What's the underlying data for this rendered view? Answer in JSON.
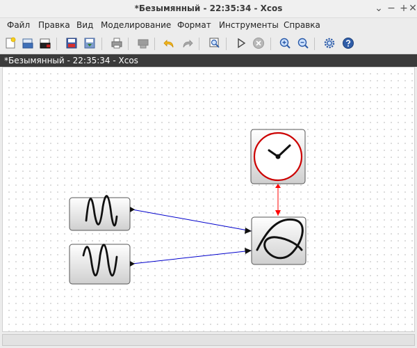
{
  "window": {
    "title": "*Безымянный - 22:35:34 - Xcos",
    "minimize_glyph": "⌄",
    "restore_glyph": "−",
    "maximize_glyph": "+",
    "close_glyph": "✕"
  },
  "menu": {
    "items": [
      "Файл",
      "Правка",
      "Вид",
      "Моделирование",
      "Формат",
      "Инструменты",
      "Справка"
    ]
  },
  "toolbar": {
    "icons": [
      "new-diagram-icon",
      "open-icon",
      "open-in-scilab-icon",
      "save-icon",
      "save-as-icon",
      "print-icon",
      "delete-icon",
      "undo-icon",
      "redo-icon",
      "fit-diagram-icon",
      "start-icon",
      "stop-icon",
      "zoom-in-icon",
      "zoom-out-icon",
      "setup-icon",
      "help-icon"
    ]
  },
  "document": {
    "tab_title": "*Безымянный - 22:35:34 - Xcos"
  },
  "diagram": {
    "blocks": [
      "clock-block",
      "sine-generator-block-1",
      "sine-generator-block-2",
      "scope-xy-block"
    ],
    "colors": {
      "clock_ring": "#cc0000",
      "event_link": "#ff0000",
      "data_link": "#0000cc",
      "block_border": "#555555"
    }
  },
  "status": {
    "text": ""
  }
}
